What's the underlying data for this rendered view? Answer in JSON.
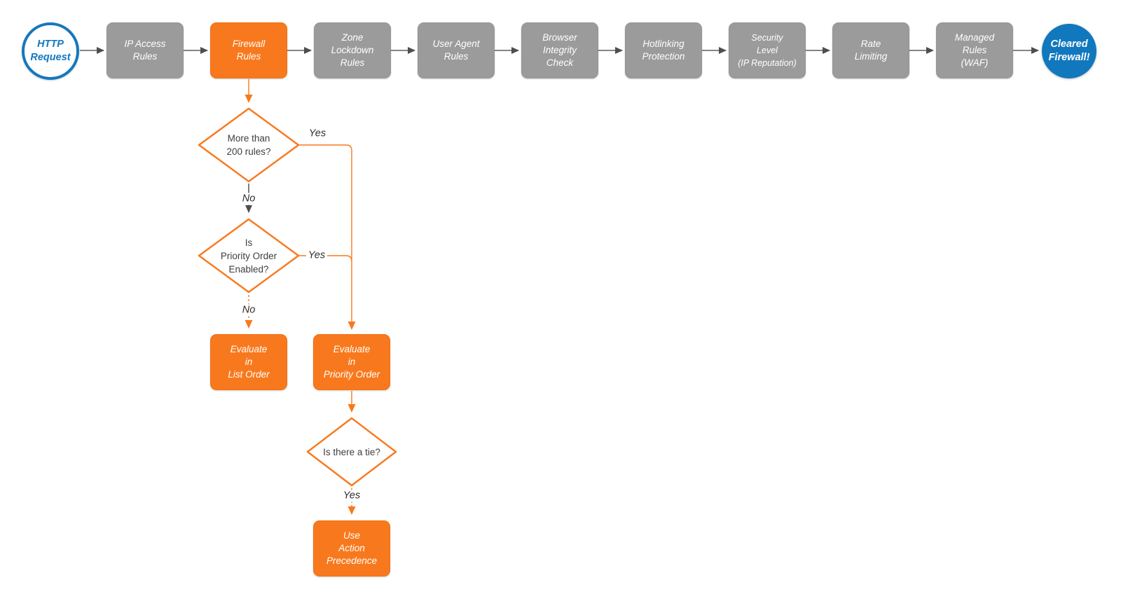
{
  "colors": {
    "orange": "#F8791D",
    "gray": "#9B9B9B",
    "blue": "#1478BE",
    "connector_gray": "#5d5d5d",
    "diamond_text": "#3e3e3e",
    "box_text": "#ffffff"
  },
  "pipeline": {
    "start": {
      "label": "HTTP\nRequest"
    },
    "stages": [
      {
        "label": "IP Access\nRules",
        "variant": "gray"
      },
      {
        "label": "Firewall\nRules",
        "variant": "orange"
      },
      {
        "label": "Zone\nLockdown\nRules",
        "variant": "gray"
      },
      {
        "label": "User Agent\nRules",
        "variant": "gray"
      },
      {
        "label": "Browser\nIntegrity\nCheck",
        "variant": "gray"
      },
      {
        "label": "Hotlinking\nProtection",
        "variant": "gray"
      },
      {
        "label": "Security\nLevel\n(IP Reputation)",
        "variant": "gray"
      },
      {
        "label": "Rate\nLimiting",
        "variant": "gray"
      },
      {
        "label": "Managed\nRules\n(WAF)",
        "variant": "gray"
      }
    ],
    "end": {
      "label": "Cleared\nFirewall!"
    }
  },
  "decision_tree": {
    "decisions": [
      {
        "label": "More than\n200 rules?"
      },
      {
        "label": "Is\nPriority Order\nEnabled?"
      },
      {
        "label": "Is there a tie?"
      }
    ],
    "actions": [
      {
        "label": "Evaluate\nin\nList Order"
      },
      {
        "label": "Evaluate\nin\nPriority Order"
      },
      {
        "label": "Use\nAction\nPrecedence"
      }
    ],
    "edges": {
      "d1_yes": "Yes",
      "d1_no": "No",
      "d2_yes": "Yes",
      "d2_no": "No",
      "d3_yes": "Yes"
    }
  }
}
